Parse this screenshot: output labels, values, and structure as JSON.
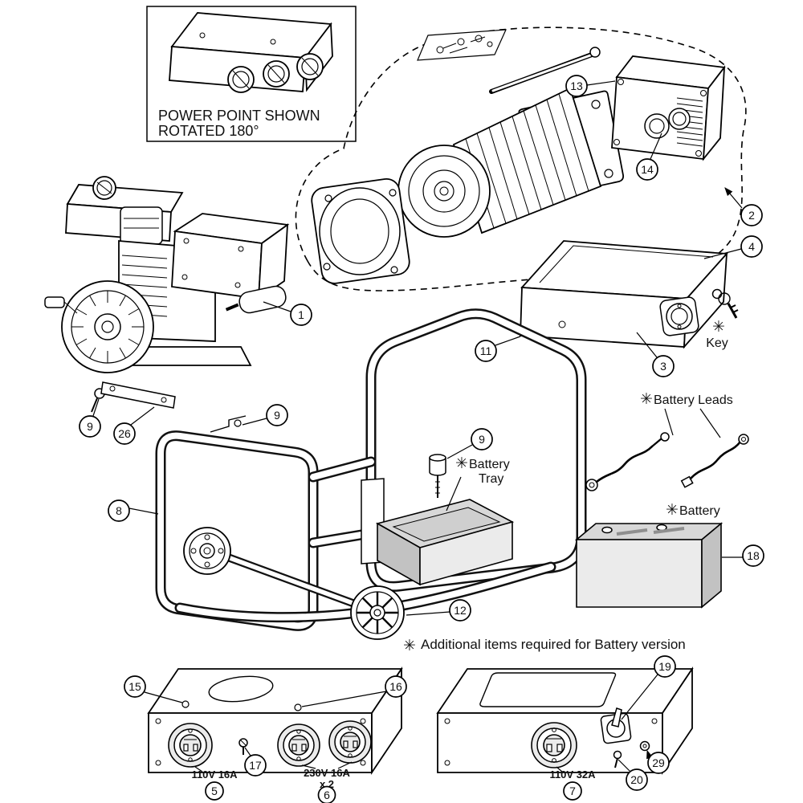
{
  "diagram": {
    "inset": {
      "caption_line1": "POWER POINT SHOWN",
      "caption_line2": "ROTATED 180°"
    },
    "asterisk": "✳",
    "labels": {
      "key": "Key",
      "battery_leads": "Battery Leads",
      "battery_tray_line1": "Battery",
      "battery_tray_line2": "Tray",
      "battery": "Battery",
      "note": "Additional items required for Battery version",
      "socket_110_16a": "110V 16A",
      "socket_230_16a": "230V 16A",
      "socket_230_16a_qty": "x 2",
      "socket_110_32a": "110V 32A"
    },
    "callouts": {
      "n1": "1",
      "n2": "2",
      "n3": "3",
      "n4": "4",
      "n5": "5",
      "n6": "6",
      "n7": "7",
      "n8": "8",
      "n9": "9",
      "n11": "11",
      "n12": "12",
      "n13": "13",
      "n14": "14",
      "n15": "15",
      "n16": "16",
      "n17": "17",
      "n18": "18",
      "n19": "19",
      "n20": "20",
      "n26": "26",
      "n29": "29"
    }
  }
}
